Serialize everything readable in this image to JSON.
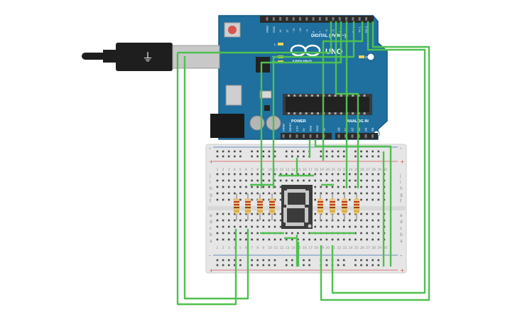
{
  "arduino": {
    "brand": "ARDUINO",
    "model": "UNO",
    "top_header_label": "DIGITAL (PWM ~)",
    "top_pins": [
      "AREF",
      "GND",
      "13",
      "12",
      "~11",
      "~10",
      "~9",
      "8",
      "7",
      "~6",
      "~5",
      "4",
      "~3",
      "2",
      "TX 1",
      "RX 0"
    ],
    "led_labels": [
      "L",
      "TX",
      "RX",
      "ON"
    ],
    "power_label": "POWER",
    "analog_label": "ANALOG IN",
    "power_pins": [
      "IOREF",
      "RESET",
      "3.3V",
      "5V",
      "GND",
      "GND",
      "Vin"
    ],
    "analog_pins": [
      "A0",
      "A1",
      "A2",
      "A3",
      "A4",
      "A5"
    ],
    "colors": {
      "board": "#1f6f9f",
      "board_edge": "#175a84",
      "header": "#2b2b2b",
      "chip": "#222222",
      "reset_button": "#d9534f"
    }
  },
  "breadboard": {
    "row_letters_top": [
      "j",
      "i",
      "h",
      "g",
      "f"
    ],
    "row_letters_bottom": [
      "e",
      "d",
      "c",
      "b",
      "a"
    ],
    "rail_plus": "+",
    "rail_minus": "-",
    "colors": {
      "body": "#e6e6e6",
      "rail_red": "#d9534f",
      "rail_blue": "#3b6fb6",
      "hole": "#4a4a4a"
    }
  },
  "display": {
    "digit": "8",
    "colors": {
      "body": "#3b3b3b",
      "segment": "#c8c8c8"
    }
  },
  "resistors": {
    "colors": {
      "body": "#e8c17a",
      "band1": "#c0392b",
      "band2": "#c0392b",
      "band3": "#8b4513",
      "band4": "#d4af37"
    }
  },
  "wires": {
    "color": "#4fc04f"
  },
  "usb": {
    "colors": {
      "cable": "#1e1e1e",
      "plug": "#c8c8c8"
    }
  }
}
